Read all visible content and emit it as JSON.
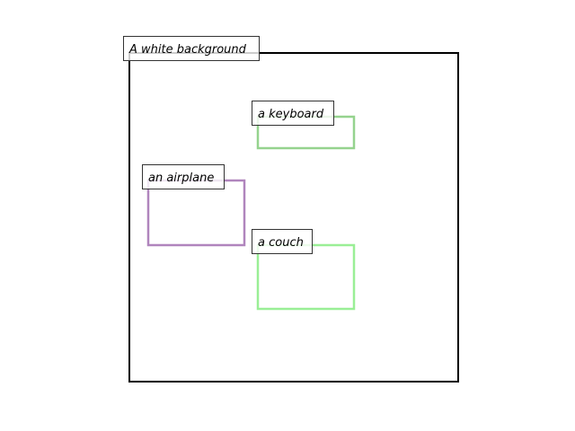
{
  "background": {
    "label": "A white background",
    "border_color": "#000000"
  },
  "objects": [
    {
      "id": "keyboard",
      "label": "a keyboard",
      "color": "#95d38e"
    },
    {
      "id": "airplane",
      "label": "an airplane",
      "color": "#b085bd"
    },
    {
      "id": "couch",
      "label": "a couch",
      "color": "#9aef96"
    }
  ]
}
